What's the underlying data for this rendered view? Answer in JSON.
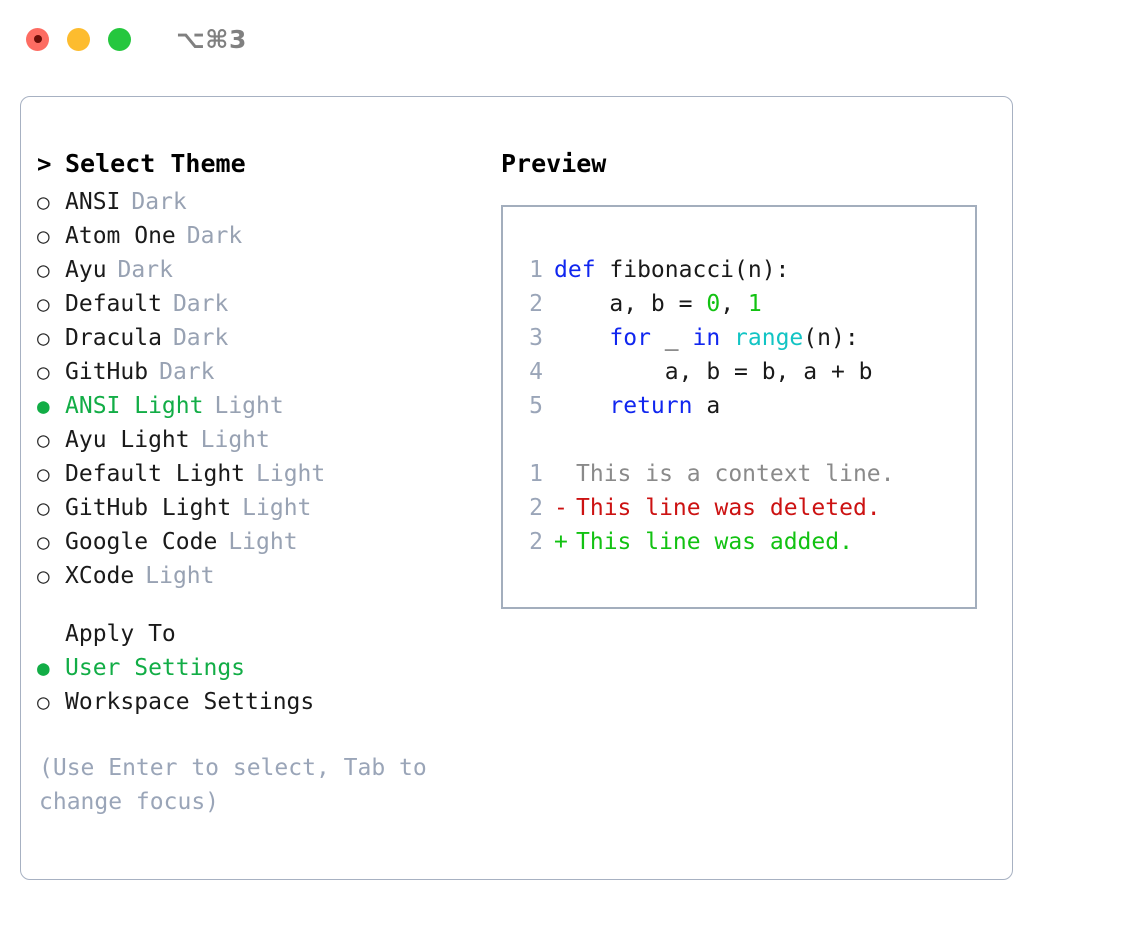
{
  "titlebar": {
    "shortcut": "⌥⌘3",
    "buttons": {
      "close_label": "",
      "minimize_label": "",
      "maximize_label": ""
    }
  },
  "theme_panel": {
    "header_marker": ">",
    "header_label": "Select Theme",
    "marker_unselected": "○",
    "marker_selected": "●",
    "accent_color": "#12ad46",
    "muted_color": "#98a2b3",
    "items": [
      {
        "label": "ANSI",
        "suffix": "Dark",
        "selected": false
      },
      {
        "label": "Atom One",
        "suffix": "Dark",
        "selected": false
      },
      {
        "label": "Ayu",
        "suffix": "Dark",
        "selected": false
      },
      {
        "label": "Default",
        "suffix": "Dark",
        "selected": false
      },
      {
        "label": "Dracula",
        "suffix": "Dark",
        "selected": false
      },
      {
        "label": "GitHub",
        "suffix": "Dark",
        "selected": false
      },
      {
        "label": "ANSI Light",
        "suffix": "Light",
        "selected": true
      },
      {
        "label": "Ayu Light",
        "suffix": "Light",
        "selected": false
      },
      {
        "label": "Default Light",
        "suffix": "Light",
        "selected": false
      },
      {
        "label": "GitHub Light",
        "suffix": "Light",
        "selected": false
      },
      {
        "label": "Google Code",
        "suffix": "Light",
        "selected": false
      },
      {
        "label": "XCode",
        "suffix": "Light",
        "selected": false
      }
    ]
  },
  "apply_to": {
    "header_label": "Apply To",
    "items": [
      {
        "label": "User Settings",
        "selected": true
      },
      {
        "label": "Workspace Settings",
        "selected": false
      }
    ]
  },
  "hint": {
    "line1": "(Use Enter to select, Tab to",
    "line2": "change focus)"
  },
  "preview": {
    "title": "Preview",
    "code_lines": [
      {
        "number": "1",
        "tokens": [
          {
            "text": "def ",
            "type": "kw"
          },
          {
            "text": "fibonacci(n):",
            "type": "plain"
          }
        ]
      },
      {
        "number": "2",
        "tokens": [
          {
            "text": "    a, b = ",
            "type": "plain"
          },
          {
            "text": "0",
            "type": "num"
          },
          {
            "text": ", ",
            "type": "plain"
          },
          {
            "text": "1",
            "type": "num"
          }
        ]
      },
      {
        "number": "3",
        "tokens": [
          {
            "text": "    ",
            "type": "plain"
          },
          {
            "text": "for",
            "type": "kw"
          },
          {
            "text": " _ ",
            "type": "plain"
          },
          {
            "text": "in",
            "type": "kw"
          },
          {
            "text": " ",
            "type": "plain"
          },
          {
            "text": "range",
            "type": "call"
          },
          {
            "text": "(n):",
            "type": "plain"
          }
        ]
      },
      {
        "number": "4",
        "tokens": [
          {
            "text": "        a, b = b, a + b",
            "type": "plain"
          }
        ]
      },
      {
        "number": "5",
        "tokens": [
          {
            "text": "    ",
            "type": "plain"
          },
          {
            "text": "return",
            "type": "kw"
          },
          {
            "text": " a",
            "type": "plain"
          }
        ]
      }
    ],
    "diff_lines": [
      {
        "number": "1",
        "sign": " ",
        "text": "This is a context line.",
        "type": "context"
      },
      {
        "number": "2",
        "sign": "-",
        "text": "This line was deleted.",
        "type": "deleted"
      },
      {
        "number": "2",
        "sign": "+",
        "text": "This line was added.",
        "type": "added"
      }
    ],
    "colors": {
      "keyword": "#1026ef",
      "number": "#12c212",
      "call": "#12c4c4",
      "plain": "#1a1a1a",
      "line_number": "#9aa5b8",
      "diff_context": "#8a8a8a",
      "diff_deleted": "#cc1212",
      "diff_added": "#12c212"
    }
  }
}
